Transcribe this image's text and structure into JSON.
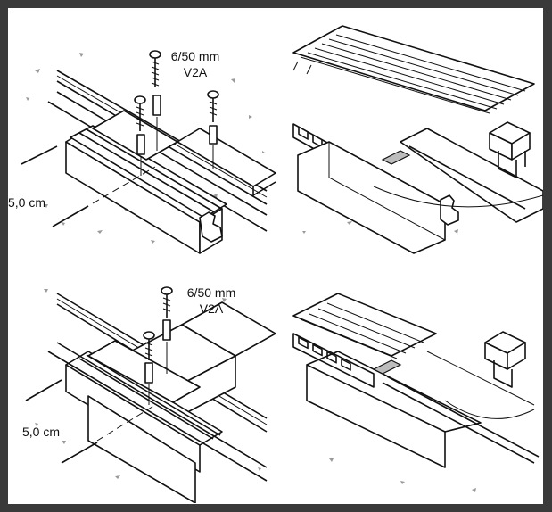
{
  "panels": [
    {
      "screw_label": "6/50 mm",
      "material_label": "V2A",
      "height_label": "5,0 cm"
    },
    {},
    {
      "screw_label": "6/50 mm",
      "material_label": "V2A",
      "height_label": "5,0 cm"
    },
    {}
  ]
}
